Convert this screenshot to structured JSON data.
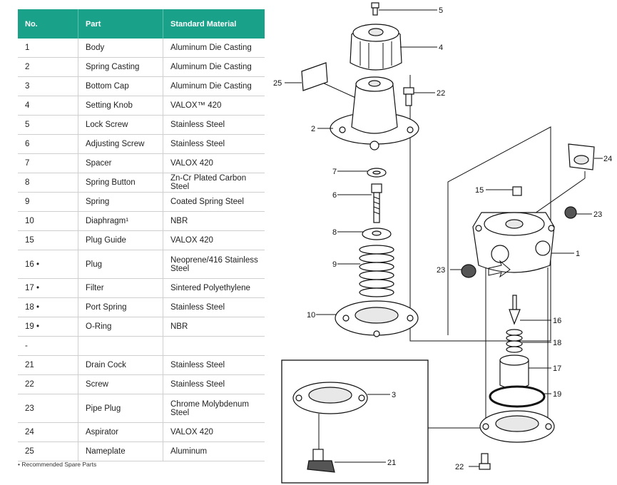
{
  "table": {
    "headers": [
      "No.",
      "Part",
      "Standard Material"
    ],
    "rows": [
      {
        "no": "1",
        "part": "Body",
        "material": "Aluminum Die Casting"
      },
      {
        "no": "2",
        "part": "Spring Casting",
        "material": "Aluminum Die Casting"
      },
      {
        "no": "3",
        "part": "Bottom Cap",
        "material": "Aluminum Die Casting"
      },
      {
        "no": "4",
        "part": "Setting Knob",
        "material": "VALOX™ 420"
      },
      {
        "no": "5",
        "part": "Lock Screw",
        "material": "Stainless Steel"
      },
      {
        "no": "6",
        "part": "Adjusting Screw",
        "material": "Stainless Steel"
      },
      {
        "no": "7",
        "part": "Spacer",
        "material": "VALOX 420"
      },
      {
        "no": "8",
        "part": "Spring Button",
        "material": "Zn-Cr Plated Carbon Steel"
      },
      {
        "no": "9",
        "part": "Spring",
        "material": "Coated Spring Steel"
      },
      {
        "no": "10",
        "part": "Diaphragm¹",
        "material": "NBR"
      },
      {
        "no": "15",
        "part": "Plug Guide",
        "material": "VALOX 420"
      },
      {
        "no": "16 •",
        "part": "Plug",
        "material": "Neoprene/416 Stainless Steel",
        "tall": true
      },
      {
        "no": "17 •",
        "part": "Filter",
        "material": "Sintered Polyethylene"
      },
      {
        "no": "18 •",
        "part": "Port Spring",
        "material": "Stainless Steel"
      },
      {
        "no": "19 •",
        "part": "O-Ring",
        "material": "NBR"
      },
      {
        "no": "-",
        "part": "",
        "material": ""
      },
      {
        "no": "21",
        "part": "Drain Cock",
        "material": "Stainless Steel"
      },
      {
        "no": "22",
        "part": "Screw",
        "material": "Stainless Steel"
      },
      {
        "no": "23",
        "part": "Pipe Plug",
        "material": "Chrome Molybdenum Steel",
        "tall": true
      },
      {
        "no": "24",
        "part": "Aspirator",
        "material": "VALOX 420"
      },
      {
        "no": "25",
        "part": "Nameplate",
        "material": "Aluminum"
      }
    ]
  },
  "footnote": "• Recommended Spare Parts",
  "diagram": {
    "callouts": {
      "c5": "5",
      "c4": "4",
      "c25": "25",
      "c22a": "22",
      "c2": "2",
      "c7": "7",
      "c6": "6",
      "c8": "8",
      "c9": "9",
      "c10": "10",
      "c24": "24",
      "c15": "15",
      "c23a": "23",
      "c1": "1",
      "c23b": "23",
      "c16": "16",
      "c18": "18",
      "c17": "17",
      "c19": "19",
      "c3": "3",
      "c21": "21",
      "c22b": "22"
    }
  },
  "colors": {
    "header": "#1aa189",
    "header_text": "#ffffff"
  }
}
